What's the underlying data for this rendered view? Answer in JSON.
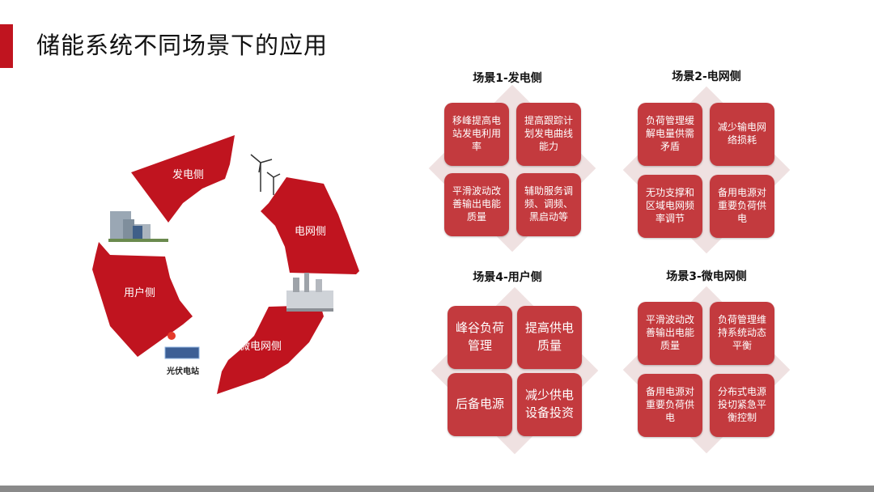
{
  "page": {
    "title": "储能系统不同场景下的应用"
  },
  "cycle": {
    "segments": [
      "发电侧",
      "电网侧",
      "微电网侧",
      "用户侧"
    ],
    "station_label": "光伏电站",
    "icons": [
      "wind-turbine-icon",
      "substation-icon",
      "solar-panel-icon",
      "buildings-icon"
    ],
    "colors": {
      "red": "#c0141f"
    }
  },
  "scenes": [
    {
      "title": "场景1-发电侧",
      "boxes": [
        "移峰提高电站发电利用率",
        "提高跟踪计划发电曲线能力",
        "平滑波动改善输出电能质量",
        "辅助服务调频、调频、黑启动等"
      ]
    },
    {
      "title": "场景2-电网侧",
      "boxes": [
        "负荷管理缓解电量供需矛盾",
        "减少输电网络损耗",
        "无功支撑和区域电网频率调节",
        "备用电源对重要负荷供电"
      ]
    },
    {
      "title": "场景4-用户侧",
      "boxes": [
        "峰谷负荷管理",
        "提高供电质量",
        "后备电源",
        "减少供电设备投资"
      ]
    },
    {
      "title": "场景3-微电网侧",
      "boxes": [
        "平滑波动改善输出电能质量",
        "负荷管理维持系统动态平衡",
        "备用电源对重要负荷供电",
        "分布式电源投切紧急平衡控制"
      ]
    }
  ]
}
